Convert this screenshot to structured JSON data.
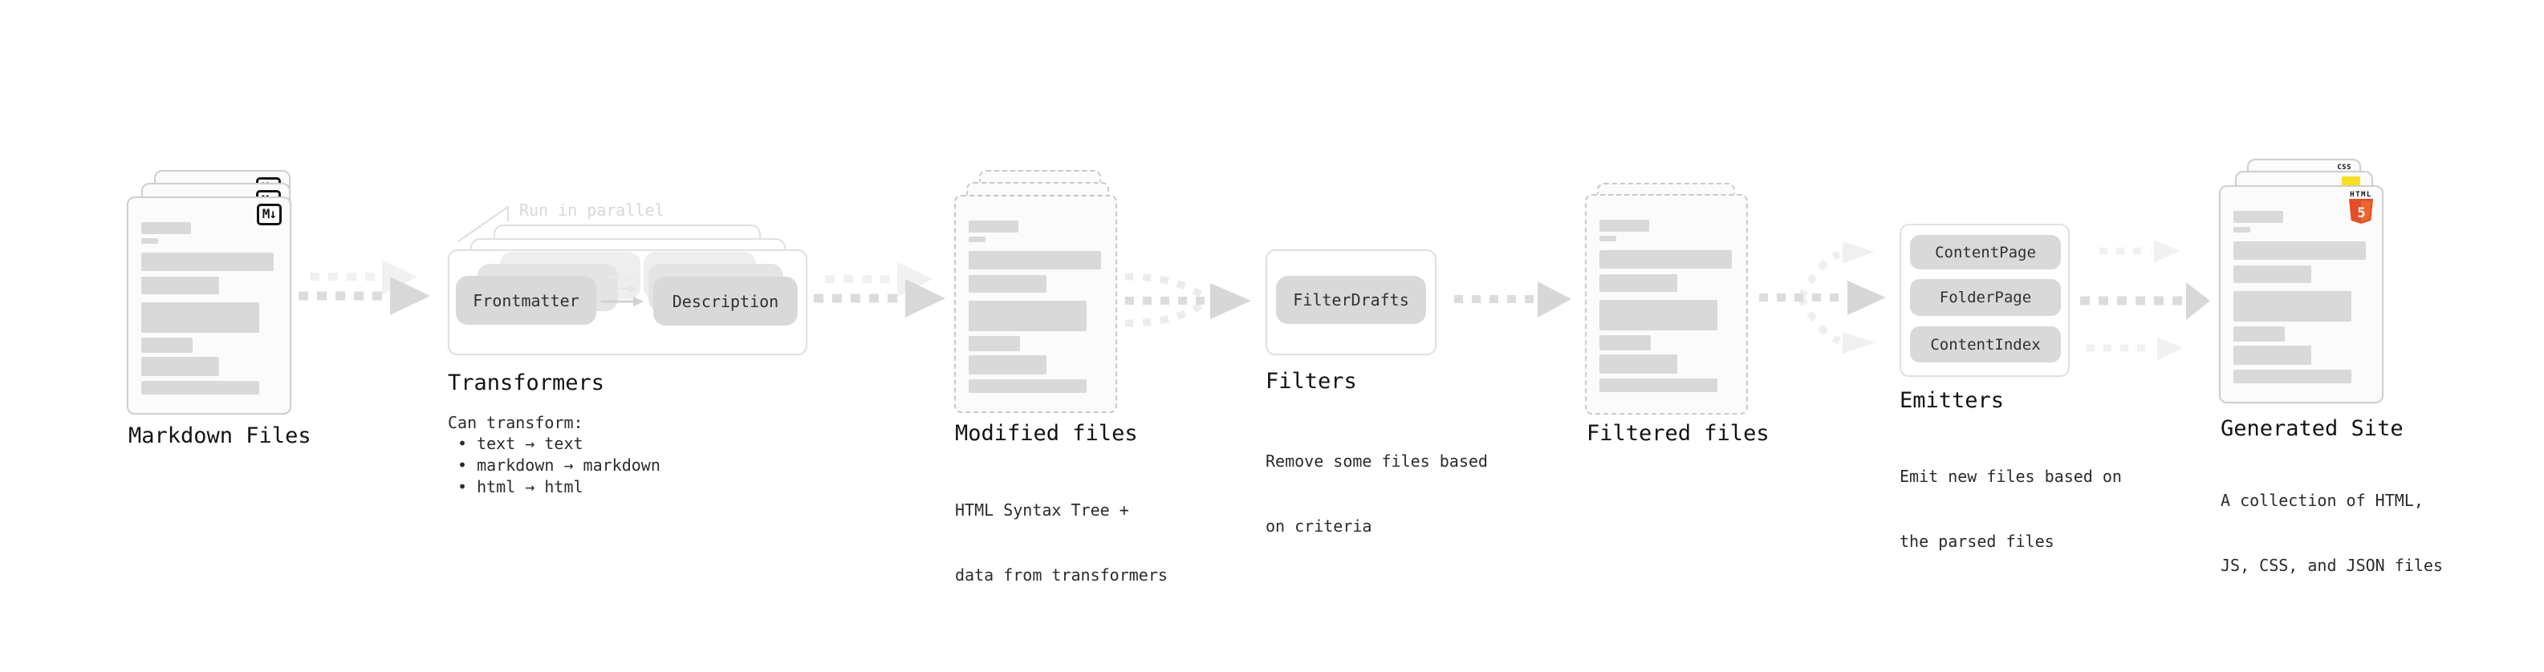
{
  "diagram": {
    "markdown_files": {
      "label": "Markdown Files",
      "badge": "M↓"
    },
    "transformers": {
      "note": "Run in parallel",
      "pill_left": "Frontmatter",
      "pill_right": "Description",
      "title": "Transformers",
      "heading": "Can transform:",
      "bullets": [
        "• text → text",
        "• markdown → markdown",
        "• html → html"
      ]
    },
    "modified_files": {
      "title": "Modified files",
      "lines": [
        "HTML Syntax Tree +",
        "data from transformers"
      ]
    },
    "filters": {
      "pill": "FilterDrafts",
      "title": "Filters",
      "lines": [
        "Remove some files based",
        "on criteria"
      ]
    },
    "filtered_files": {
      "title": "Filtered files"
    },
    "emitters": {
      "pills": [
        "ContentPage",
        "FolderPage",
        "ContentIndex"
      ],
      "title": "Emitters",
      "lines": [
        "Emit new files based on",
        "the parsed files"
      ]
    },
    "generated_site": {
      "title": "Generated Site",
      "lines": [
        "A collection of HTML,",
        "JS, CSS, and JSON files"
      ],
      "badges": {
        "css": "CSS",
        "html_label": "HTML",
        "html_number": "5"
      }
    },
    "colors": {
      "html5_orange": "#e44d26",
      "html5_orange_light": "#f16529",
      "css_blue": "#2962ff",
      "js_yellow": "#f7df1e",
      "skeleton_gray": "#d9d9d9",
      "arrow_gray": "#d8d8d8"
    }
  }
}
